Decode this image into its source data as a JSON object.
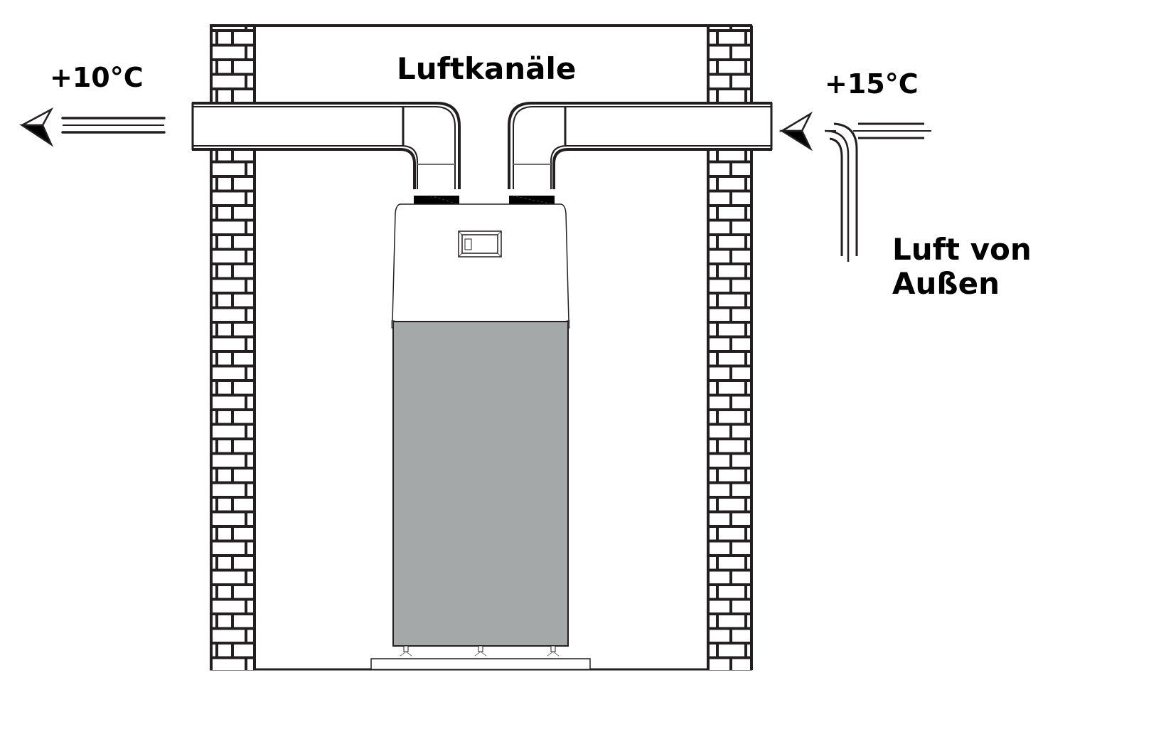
{
  "diagram": {
    "title": "Luftkanäle",
    "labels": {
      "exhaust_temperature": "+10°C",
      "intake_temperature": "+15°C",
      "ducts": "Luftkanäle",
      "outside_air_line1": "Luft von",
      "outside_air_line2": "Außen"
    },
    "components": [
      {
        "id": "left-wall",
        "type": "brick-wall"
      },
      {
        "id": "right-wall",
        "type": "brick-wall"
      },
      {
        "id": "exhaust-duct",
        "type": "air-duct",
        "direction": "out-left"
      },
      {
        "id": "intake-duct",
        "type": "air-duct",
        "direction": "in-from-right"
      },
      {
        "id": "heat-pump-unit",
        "type": "heat-pump-water-heater"
      },
      {
        "id": "control-panel",
        "type": "display"
      },
      {
        "id": "base-plate",
        "type": "platform"
      }
    ],
    "flows": [
      {
        "id": "exhaust-arrow",
        "direction": "left",
        "temperature": "+10°C"
      },
      {
        "id": "intake-arrow",
        "direction": "left-from-below",
        "temperature": "+15°C"
      }
    ],
    "colors": {
      "line": "#231f20",
      "unit_body": "#a5a8a8",
      "background": "#ffffff",
      "text": "#000000"
    }
  }
}
